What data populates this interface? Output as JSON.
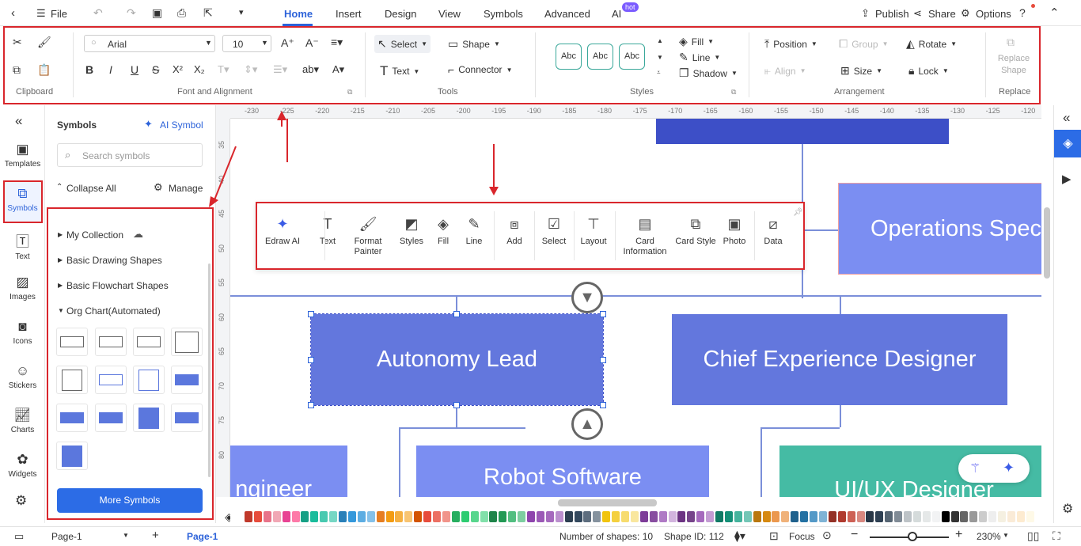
{
  "menubar": {
    "file": "File",
    "tabs": [
      "Home",
      "Insert",
      "Design",
      "View",
      "Symbols",
      "Advanced",
      "AI"
    ],
    "ai_badge": "hot",
    "publish": "Publish",
    "share": "Share",
    "options": "Options"
  },
  "ribbon": {
    "font_name": "Arial",
    "font_size": "10",
    "select": "Select",
    "shape": "Shape",
    "text": "Text",
    "connector": "Connector",
    "style_sample": "Abc",
    "fill": "Fill",
    "line": "Line",
    "shadow": "Shadow",
    "position": "Position",
    "group": "Group",
    "rotate": "Rotate",
    "align": "Align",
    "size": "Size",
    "lock": "Lock",
    "replace_shape": "Replace Shape",
    "groups": [
      "Clipboard",
      "Font and Alignment",
      "Tools",
      "Styles",
      "Arrangement",
      "Replace"
    ]
  },
  "leftbar": [
    "Templates",
    "Symbols",
    "Text",
    "Images",
    "Icons",
    "Stickers",
    "Charts",
    "Widgets"
  ],
  "panel": {
    "title": "Symbols",
    "ai_symbol": "AI Symbol",
    "search_placeholder": "Search symbols",
    "collapse_all": "Collapse All",
    "manage": "Manage",
    "categories": [
      "My Collection",
      "Basic Drawing Shapes",
      "Basic Flowchart Shapes",
      "Org Chart(Automated)"
    ],
    "more_symbols": "More Symbols"
  },
  "ruler": {
    "h_ticks": [
      "-230",
      "-225",
      "-220",
      "-215",
      "-210",
      "-205",
      "-200",
      "-195",
      "-190",
      "-185",
      "-180",
      "-175",
      "-170",
      "-165",
      "-160",
      "-155",
      "-150",
      "-145",
      "-140",
      "-135",
      "-130",
      "-125",
      "-120"
    ],
    "v_ticks": [
      "35",
      "40",
      "45",
      "50",
      "55",
      "60",
      "65",
      "70",
      "75",
      "80"
    ]
  },
  "floating_toolbar": [
    "Edraw AI",
    "Text",
    "Format Painter",
    "Styles",
    "Fill",
    "Line",
    "Add",
    "Select",
    "Layout",
    "Card Information",
    "Card Style",
    "Photo",
    "Data"
  ],
  "canvas": {
    "boxes": {
      "ops": "Operations Spec",
      "autonomy": "Autonomy Lead",
      "cxd": "Chief Experience Designer",
      "engineer": "ngineer",
      "robot": "Robot Software",
      "uiux": "UI/UX Designer"
    }
  },
  "colors": {
    "swatches": [
      "#c0392b",
      "#e74c3c",
      "#e8738a",
      "#f1a7b5",
      "#e84393",
      "#fd79a8",
      "#16a085",
      "#1abc9c",
      "#48c9b0",
      "#76d7c4",
      "#2980b9",
      "#3498db",
      "#5dade2",
      "#85c1e9",
      "#e67e22",
      "#f39c12",
      "#f5b041",
      "#f8c471",
      "#d35400",
      "#e74c3c",
      "#ec7063",
      "#f1948a",
      "#27ae60",
      "#2ecc71",
      "#58d68d",
      "#82e0aa",
      "#1e8449",
      "#229954",
      "#52be80",
      "#7dcea0",
      "#8e44ad",
      "#9b59b6",
      "#a569bd",
      "#bb8fce",
      "#2c3e50",
      "#34495e",
      "#5d6d7e",
      "#85929e",
      "#f1c40f",
      "#f4d03f",
      "#f7dc6f",
      "#f9e79f",
      "#7d3c98",
      "#884ea0",
      "#af7ac5",
      "#d2b4de",
      "#6c3483",
      "#76448a",
      "#a569bd",
      "#c39bd3",
      "#117a65",
      "#148f77",
      "#45b39d",
      "#73c6b6",
      "#b9770e",
      "#d68910",
      "#eb984e",
      "#f0b27a",
      "#1f618d",
      "#2471a3",
      "#5499c7",
      "#7fb3d5",
      "#943126",
      "#b03a2e",
      "#cd6155",
      "#d98880",
      "#283747",
      "#2e4053",
      "#566573",
      "#808b96",
      "#bdc3c7",
      "#d5dbdb",
      "#e5e8e8",
      "#f2f3f4",
      "#000000",
      "#333333",
      "#666666",
      "#999999",
      "#cccccc",
      "#eeeeee",
      "#f5f0e1",
      "#faebd7",
      "#fdebd0",
      "#fef9e7"
    ]
  },
  "statusbar": {
    "page_select": "Page-1",
    "page_tab": "Page-1",
    "num_shapes": "Number of shapes: 10",
    "shape_id": "Shape ID: 112",
    "focus": "Focus",
    "zoom": "230%"
  }
}
